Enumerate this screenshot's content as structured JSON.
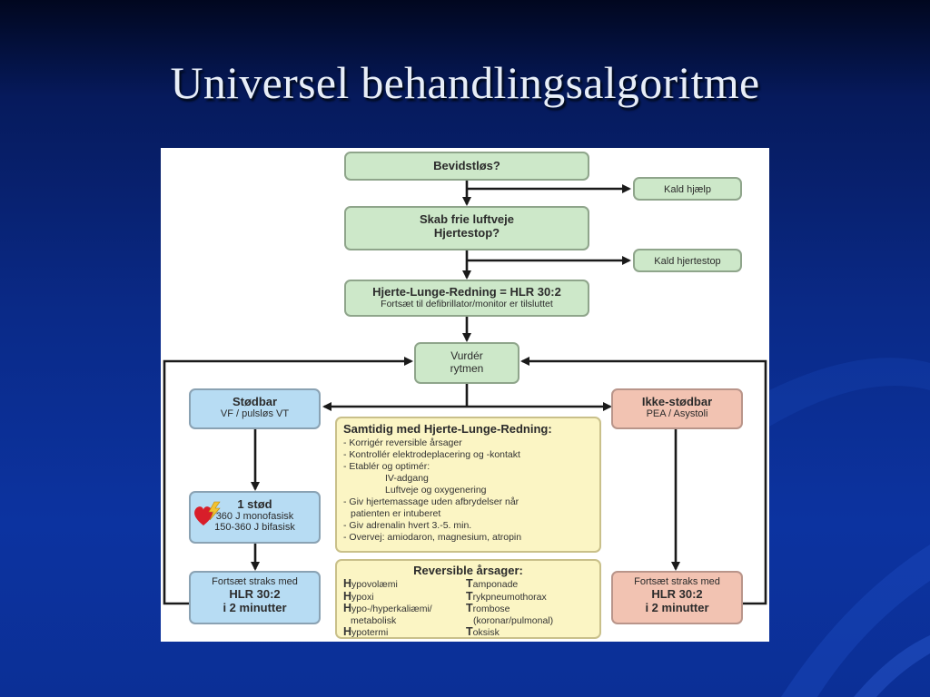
{
  "title": "Universel behandlingsalgoritme",
  "colors": {
    "green": "#cde8c9",
    "blue": "#b7dcf3",
    "salmon": "#f2c3b2",
    "yellow": "#fbf5c4",
    "arrow": "#1a1a1a"
  },
  "nodes": {
    "unconscious": "Bevidstløs?",
    "call_help": "Kald hjælp",
    "airway_1": "Skab frie luftveje",
    "airway_2": "Hjertestop?",
    "call_arrest": "Kald hjertestop",
    "cpr_title": "Hjerte-Lunge-Redning = HLR 30:2",
    "cpr_sub": "Fortsæt til defibrillator/monitor er tilsluttet",
    "assess_1": "Vurdér",
    "assess_2": "rytmen",
    "shockable_title": "Stødbar",
    "shockable_sub": "VF / pulsløs VT",
    "nonshock_title": "Ikke-stødbar",
    "nonshock_sub": "PEA / Asystoli",
    "shock_title": "1 stød",
    "shock_line1": "360 J monofasisk",
    "shock_line2": "150-360 J bifasisk",
    "continue_left_1": "Fortsæt straks med",
    "continue_left_2": "HLR 30:2",
    "continue_left_3": "i 2 minutter",
    "continue_right_1": "Fortsæt straks med",
    "continue_right_2": "HLR 30:2",
    "continue_right_3": "i 2 minutter"
  },
  "simultaneous": {
    "title": "Samtidig med Hjerte-Lunge-Redning:",
    "items": [
      "- Korrigér reversible årsager",
      "- Kontrollér elektrodeplacering og -kontakt",
      "- Etablér og optimér:",
      "IV-adgang",
      "Luftveje og oxygenering",
      "- Giv hjertemassage uden afbrydelser når",
      "patienten er intuberet",
      "- Giv adrenalin hvert 3.-5. min.",
      "- Overvej: amiodaron, magnesium, atropin"
    ]
  },
  "reversible": {
    "title": "Reversible årsager:",
    "left": [
      {
        "cap": "H",
        "rest": "ypovolæmi"
      },
      {
        "cap": "H",
        "rest": "ypoxi"
      },
      {
        "cap": "H",
        "rest": "ypo-/hyperkaliæmi/"
      },
      {
        "cap": "",
        "rest": "metabolisk"
      },
      {
        "cap": "H",
        "rest": "ypotermi"
      }
    ],
    "right": [
      {
        "cap": "T",
        "rest": "amponade"
      },
      {
        "cap": "T",
        "rest": "rykpneumothorax"
      },
      {
        "cap": "T",
        "rest": "rombose"
      },
      {
        "cap": "",
        "rest": "(koronar/pulmonal)"
      },
      {
        "cap": "T",
        "rest": "oksisk"
      }
    ]
  }
}
